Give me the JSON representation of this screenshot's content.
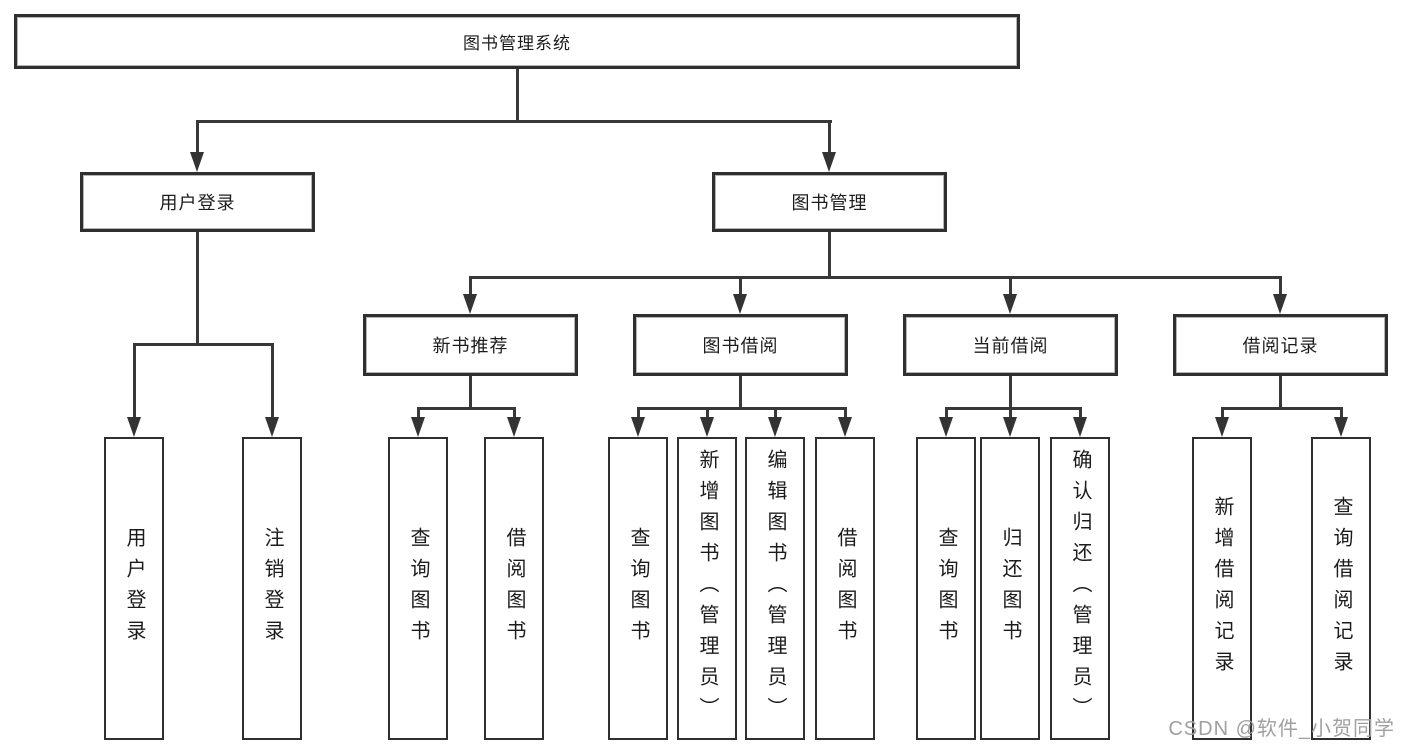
{
  "diagram": {
    "root_label": "图书管理系统",
    "level1": [
      {
        "label": "用户登录"
      },
      {
        "label": "图书管理"
      }
    ],
    "level2": [
      {
        "label": "新书推荐"
      },
      {
        "label": "图书借阅"
      },
      {
        "label": "当前借阅"
      },
      {
        "label": "借阅记录"
      }
    ],
    "leaves": {
      "user_login": [
        "用户登录",
        "注销登录"
      ],
      "new_book": [
        "查询图书",
        "借阅图书"
      ],
      "book_borrow": [
        "查询图书",
        "新增图书（管理员）",
        "编辑图书（管理员）",
        "借阅图书"
      ],
      "current_borrow": [
        "查询图书",
        "归还图书",
        "确认归还（管理员）"
      ],
      "borrow_record": [
        "新增借阅记录",
        "查询借阅记录"
      ]
    }
  },
  "watermark": {
    "text": "CSDN @软件_小贺同学"
  },
  "colors": {
    "background": "#ffffff",
    "line": "#383838",
    "box_border": "#2f2f2f",
    "text": "#1c1c1c",
    "watermark": "#a0a0a0"
  }
}
